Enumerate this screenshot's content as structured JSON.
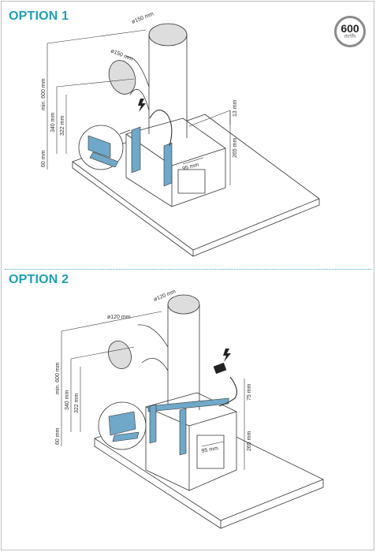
{
  "option1": {
    "title": "OPTION 1",
    "badge_value": "600",
    "badge_unit": "m³/h",
    "labels": {
      "top_diameter": "ø150 mm",
      "side_diameter": "ø150 mm",
      "min_height": "min. 600 mm",
      "h340": "340 mm",
      "h322": "322 mm",
      "h60": "60 mm",
      "h265": "265 mm",
      "h13": "13 mm",
      "w95": "95 mm"
    }
  },
  "option2": {
    "title": "OPTION 2",
    "labels": {
      "top_diameter": "ø120 mm",
      "side_diameter": "ø120 mm",
      "min_height": "min. 600 mm",
      "h340": "340 mm",
      "h322": "322 mm",
      "h60": "60 mm",
      "h265": "265 mm",
      "h75": "75 mm",
      "w95": "95 mm"
    }
  },
  "colors": {
    "accent": "#1f9fb5",
    "bracket": "#6fa8c8",
    "line": "#333333"
  },
  "icons": [
    "electric-bolt-icon",
    "power-plug-icon",
    "capacity-badge-icon"
  ]
}
